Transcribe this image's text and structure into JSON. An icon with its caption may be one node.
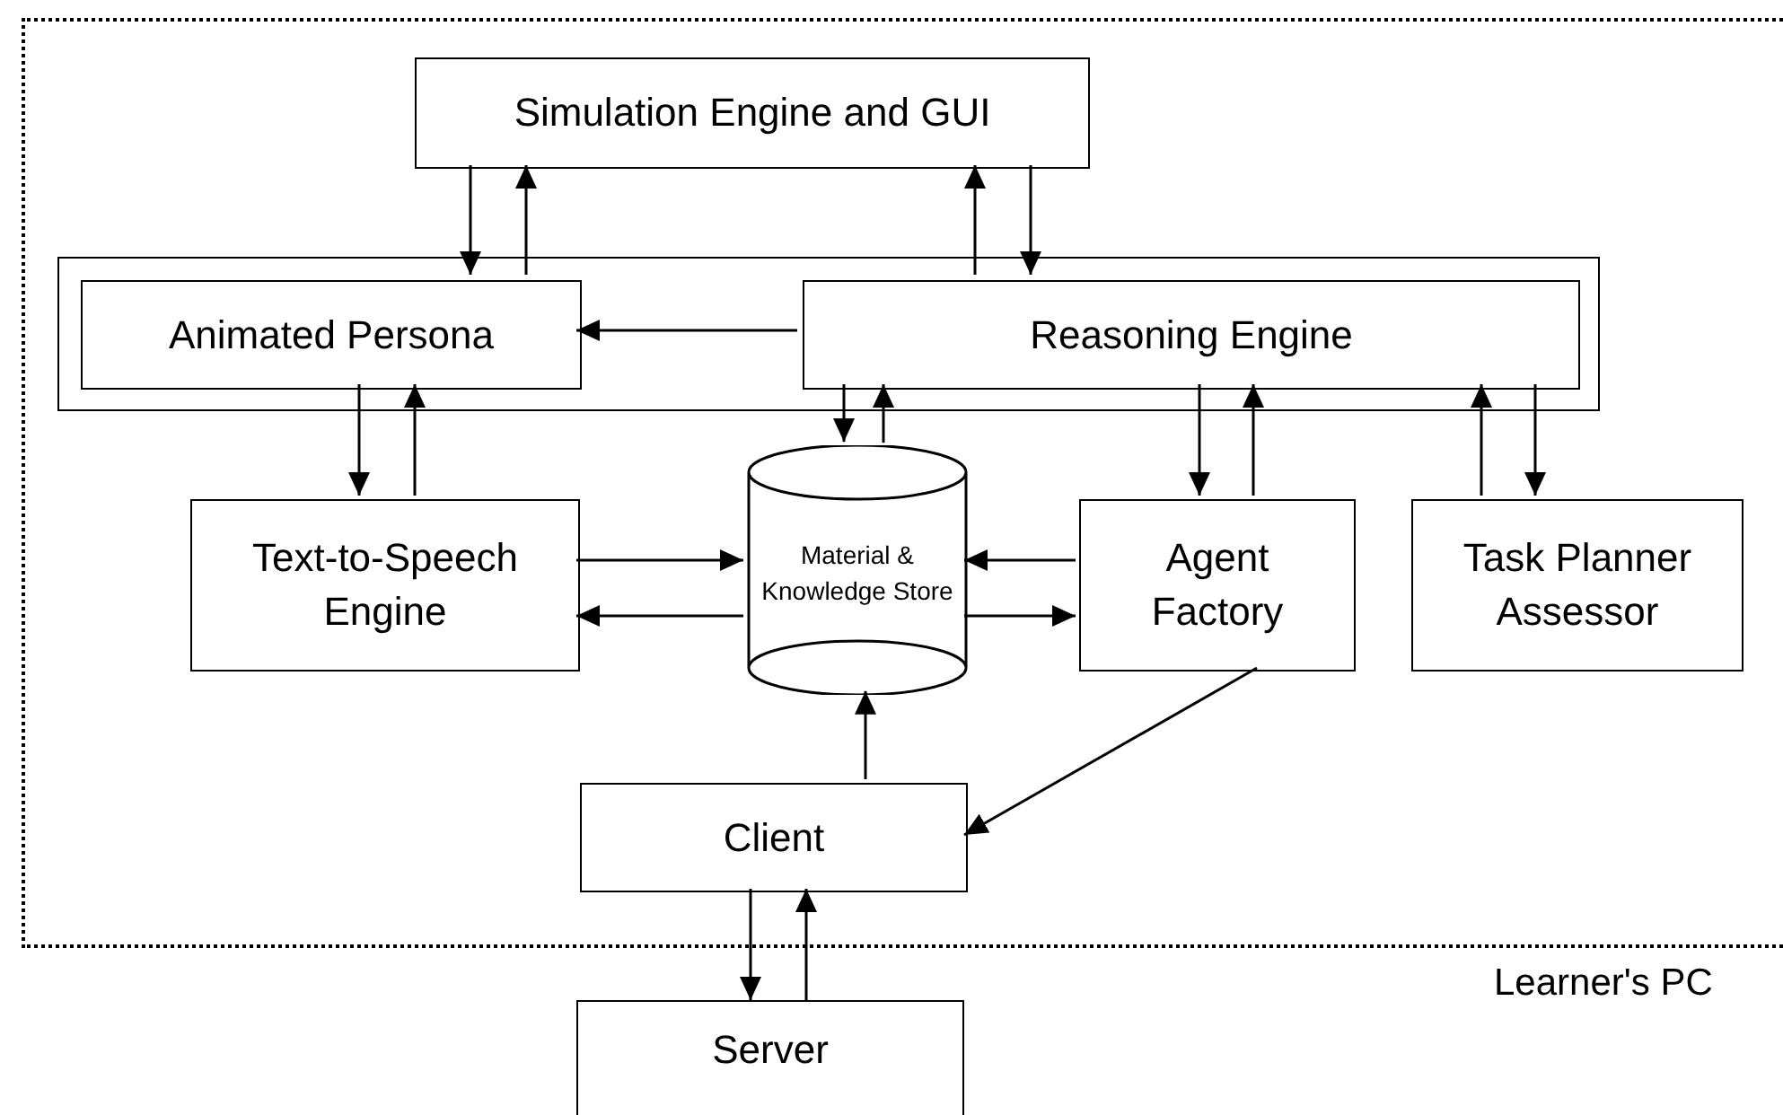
{
  "diagram": {
    "nodes": [
      {
        "text": [
          "Learner's PC"
        ]
      },
      {
        "text": [
          "Simulation Engine and GUI"
        ],
        "in": 0
      },
      {
        "text": [],
        "shape": "box",
        "in": 0
      },
      {
        "text": [
          "Animated Persona"
        ],
        "in": 2
      },
      {
        "text": [
          "Reasoning Engine"
        ],
        "in": 2
      },
      {
        "text": [
          "Text-to-Speech Engine"
        ],
        "in": 0
      },
      {
        "text": [
          "Material & Knowledge Store"
        ],
        "in": 0
      },
      {
        "text": [
          "Agent Factory"
        ],
        "in": 0
      },
      {
        "text": [
          "Task Planner Assessor"
        ],
        "in": 0
      },
      {
        "text": [
          "Client"
        ],
        "in": 0
      },
      {
        "text": [
          "Server"
        ]
      }
    ],
    "edges": [
      {
        "from": 1,
        "to": 3,
        "arrow": "to"
      },
      {
        "from": 3,
        "to": 1,
        "arrow": "to"
      },
      {
        "from": 4,
        "to": 1,
        "arrow": "to"
      },
      {
        "from": 1,
        "to": 4,
        "arrow": "to"
      },
      {
        "from": 4,
        "to": 3,
        "arrow": "to"
      },
      {
        "from": 3,
        "to": 5,
        "arrow": "to"
      },
      {
        "from": 5,
        "to": 3,
        "arrow": "to"
      },
      {
        "from": 4,
        "to": 6,
        "arrow": "to"
      },
      {
        "from": 6,
        "to": 4,
        "arrow": "to"
      },
      {
        "from": 4,
        "to": 7,
        "arrow": "to"
      },
      {
        "from": 7,
        "to": 4,
        "arrow": "to"
      },
      {
        "from": 8,
        "to": 4,
        "arrow": "to"
      },
      {
        "from": 4,
        "to": 8,
        "arrow": "to"
      },
      {
        "from": 5,
        "to": 6,
        "arrow": "to"
      },
      {
        "from": 6,
        "to": 5,
        "arrow": "to"
      },
      {
        "from": 7,
        "to": 6,
        "arrow": "to"
      },
      {
        "from": 6,
        "to": 7,
        "arrow": "to"
      },
      {
        "from": 9,
        "to": 6,
        "arrow": "to"
      },
      {
        "from": 7,
        "to": 9,
        "arrow": "to"
      },
      {
        "from": 9,
        "to": 10,
        "arrow": "to"
      },
      {
        "from": 10,
        "to": 9,
        "arrow": "to"
      }
    ]
  }
}
